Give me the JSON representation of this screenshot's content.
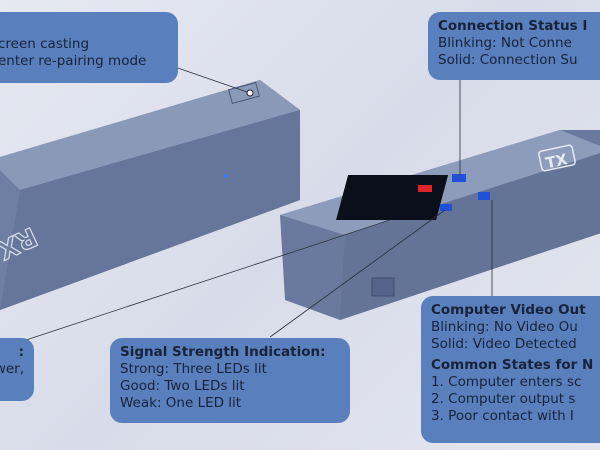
{
  "pairing_callout": {
    "lines": [
      "creen casting",
      "enter re-pairing mode"
    ]
  },
  "connection_callout": {
    "title": "Connection Status I",
    "lines": [
      "Blinking: Not Conne",
      "Solid: Connection Su"
    ]
  },
  "power_callout": {
    "title": ":",
    "lines": [
      "wer,"
    ]
  },
  "signal_callout": {
    "title": "Signal Strength Indication:",
    "lines": [
      "Strong: Three LEDs lit",
      "Good: Two LEDs lit",
      "Weak: One LED lit"
    ]
  },
  "video_callout": {
    "title": "Computer Video Out",
    "lines": [
      "Blinking: No Video Ou",
      "Solid: Video Detected"
    ],
    "title2": "Common States for N",
    "items": [
      "1. Computer enters sc",
      "2. Computer output s",
      "3. Poor contact with I"
    ]
  },
  "devices": {
    "rx_label": "RX",
    "tx_label": "TX"
  },
  "colors": {
    "callout": "#5a7fbd",
    "device": "#6a7b9e",
    "led_red": "#e0242c",
    "led_blue": "#2150d8"
  }
}
